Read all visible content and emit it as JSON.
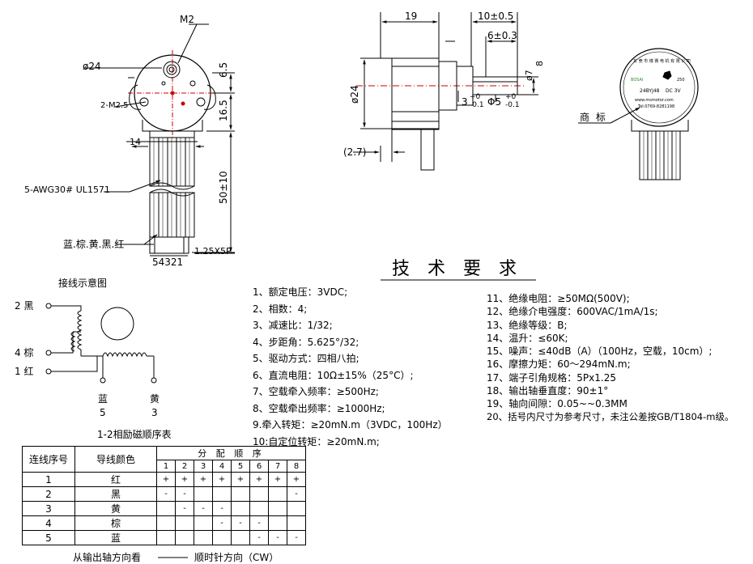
{
  "dim_front": {
    "m2": "M2",
    "phi24": "ø24",
    "m25": "2-M2.5",
    "d65": "6.5",
    "d165": "16.5",
    "d14": "14",
    "d50": "50±10",
    "awg": "5-AWG30# UL1571",
    "wire_colors": "蓝.棕.黄.黑.红",
    "pitch": "1.25X5P",
    "pins": "54321"
  },
  "dim_side": {
    "d19": "19",
    "d10": "10±0.5",
    "d6": "6±0.3",
    "phi24": "ø24",
    "phi7": "ø7",
    "d8": "8",
    "tol3_main": "3",
    "tol3_up": "+0",
    "tol3_dn": "-0.1",
    "phi5_main": "Φ5",
    "phi5_up": "+0",
    "phi5_dn": "-0.1",
    "d27": "(2.7)"
  },
  "label_view": {
    "trademark": "商 标",
    "arc_text": "东 莞 市 博 赛 电 机 有 限 公 司",
    "model": "24BYJ48",
    "voltage": "DC 3V",
    "tel": "Tel:0769-8281198",
    "web": "www.msmotor.com",
    "code": "250",
    "brand": "BOSAI"
  },
  "wiring": {
    "title": "接线示意图",
    "w2": "2 黑",
    "w4": "4 棕",
    "w1": "1 红",
    "w5a": "蓝",
    "w5b": "5",
    "w3a": "黄",
    "w3b": "3"
  },
  "requirements": {
    "title": "技术要求",
    "left": [
      "1、额定电压：3VDC;",
      "2、相数：4;",
      "3、减速比：1/32;",
      "4、步距角：5.625°/32;",
      "5、驱动方式：四相八拍;",
      "6、直流电阻：10Ω±15%（25°C）;",
      "7、空载牵入频率：≥500Hz;",
      "8、空载牵出频率：≥1000Hz;",
      "9.牵入转矩：≥20mN.m（3VDC，100Hz）",
      "10:自定位转矩：≥20mN.m;"
    ],
    "right": [
      "11、绝缘电阻：≥50MΩ(500V);",
      "12、绝缘介电强度：600VAC/1mA/1s;",
      "13、绝缘等级：B;",
      "14、温升：≤60K;",
      "15、噪声：≤40dB（A）（100Hz，空载，10cm）;",
      "16、摩擦力矩：60～294mN.m;",
      "17、端子引角规格：5Px1.25",
      "18、输出轴垂直度：90±1°",
      "19、轴向间隙：0.05~~0.3MM",
      "20、括号内尺寸为参考尺寸，未注公差按GB/T1804-m级。"
    ]
  },
  "table": {
    "caption": "1-2相励磁顺序表",
    "col_id": "连线序号",
    "col_color": "导线颜色",
    "col_seq": "分 配 顺 序",
    "steps": [
      "1",
      "2",
      "3",
      "4",
      "5",
      "6",
      "7",
      "8"
    ],
    "rows": [
      {
        "id": "1",
        "color": "红",
        "cells": [
          "+",
          "+",
          "+",
          "+",
          "+",
          "+",
          "+",
          "+"
        ]
      },
      {
        "id": "2",
        "color": "黑",
        "cells": [
          "-",
          "-",
          "",
          "",
          "",
          "",
          "",
          "-"
        ]
      },
      {
        "id": "3",
        "color": "黄",
        "cells": [
          "",
          "-",
          "-",
          "-",
          "",
          "",
          "",
          ""
        ]
      },
      {
        "id": "4",
        "color": "棕",
        "cells": [
          "",
          "",
          "",
          "-",
          "-",
          "-",
          "",
          ""
        ]
      },
      {
        "id": "5",
        "color": "蓝",
        "cells": [
          "",
          "",
          "",
          "",
          "",
          "-",
          "-",
          "-"
        ]
      }
    ],
    "note_left": "从输出轴方向看",
    "note_right": "顺时针方向（CW）"
  }
}
